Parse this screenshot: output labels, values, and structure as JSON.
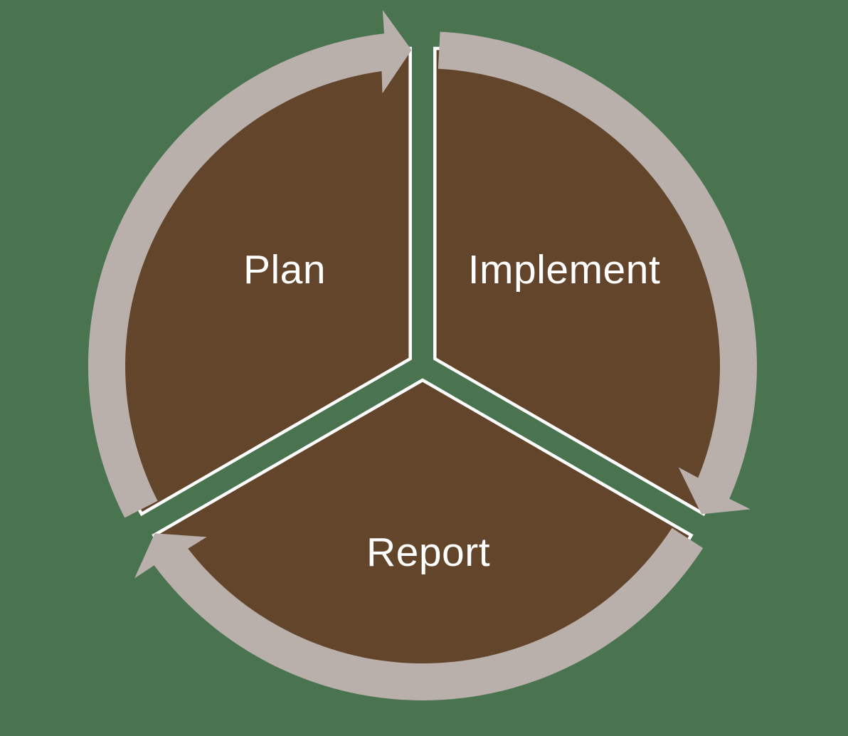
{
  "diagram": {
    "kind": "cycle-diagram",
    "steps": [
      {
        "id": "plan",
        "label": "Plan"
      },
      {
        "id": "implement",
        "label": "Implement"
      },
      {
        "id": "report",
        "label": "Report"
      }
    ],
    "colors": {
      "background": "#4A7450",
      "wedge": "#63452B",
      "arrow_ring": "#B9B0AC",
      "divider_stroke": "#FFFFFF",
      "label_text": "#FFFFFF"
    }
  }
}
